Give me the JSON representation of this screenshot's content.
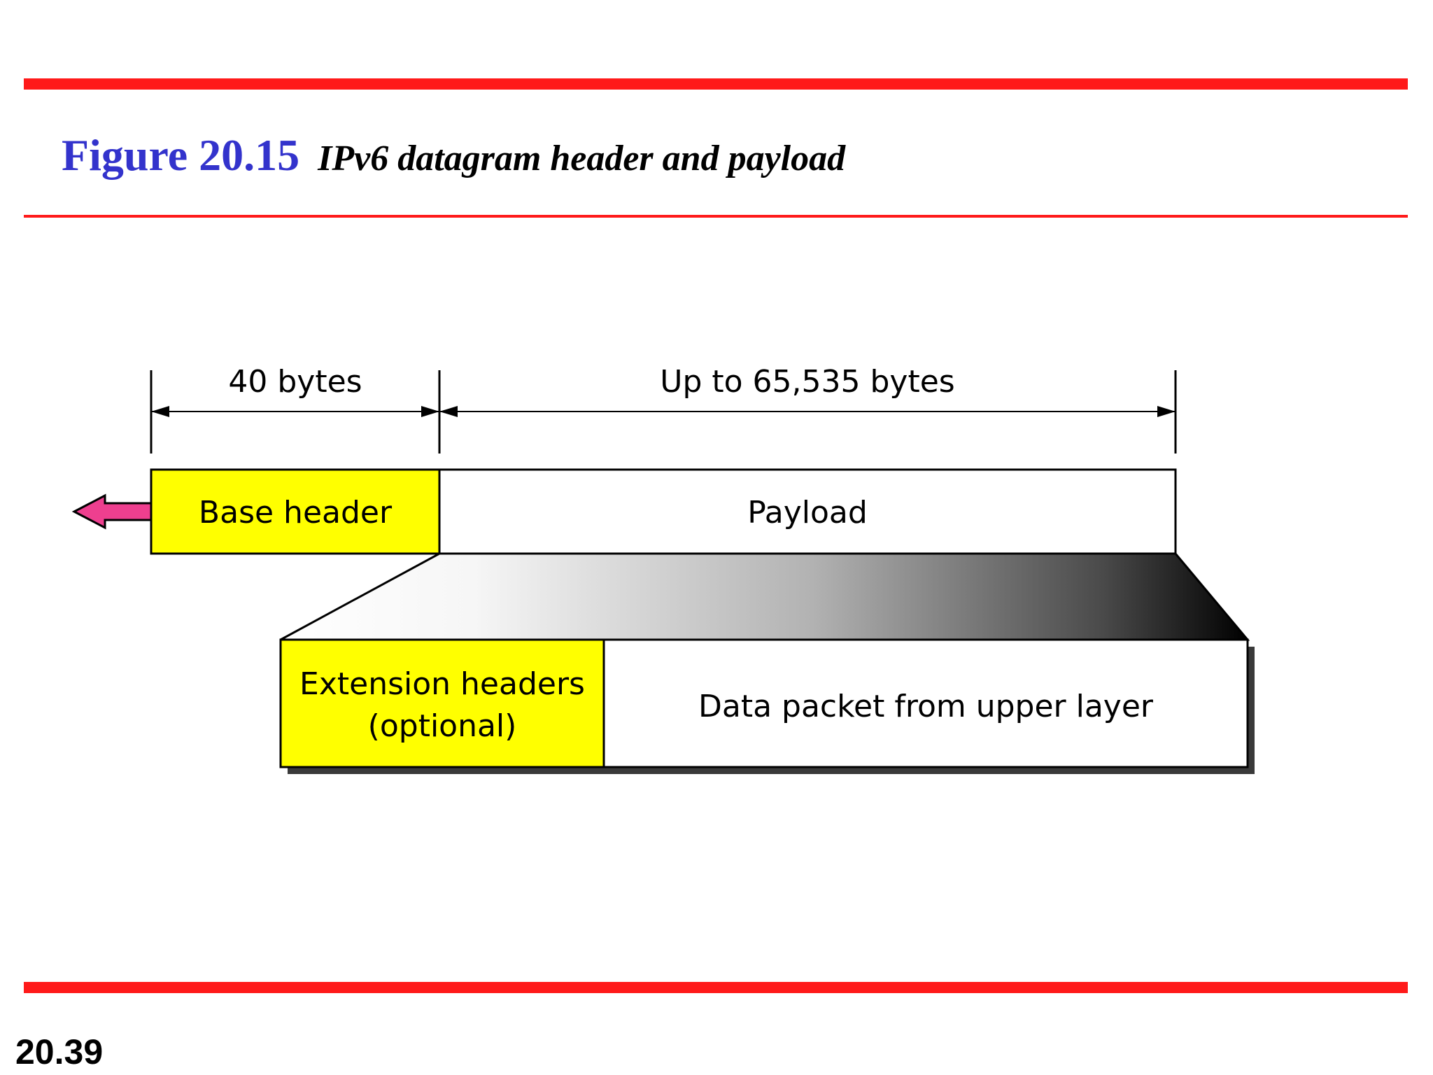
{
  "figure": {
    "number": "Figure 20.15",
    "caption": "IPv6 datagram header and payload"
  },
  "diagram": {
    "dimensions": {
      "header_size": "40 bytes",
      "payload_size": "Up to 65,535 bytes"
    },
    "blocks": {
      "base_header": "Base header",
      "payload": "Payload",
      "extension_headers_line1": "Extension headers",
      "extension_headers_line2": "(optional)",
      "data_packet": "Data packet from upper layer"
    }
  },
  "page": {
    "number": "20.39"
  },
  "colors": {
    "rule": "#ff1a1a",
    "figure_number": "#3333cc",
    "highlight_block": "#ffff00",
    "arrow": "#ee3f8f"
  }
}
